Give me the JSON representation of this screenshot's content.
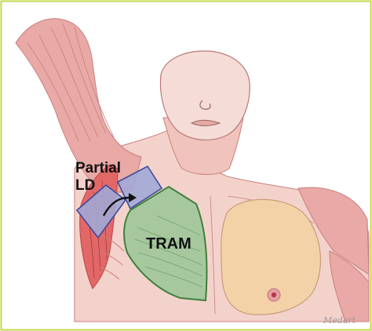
{
  "labels": {
    "partial_line1": "Partial",
    "partial_line2": "LD",
    "tram": "TRAM"
  },
  "signature": "Medart",
  "colors": {
    "frame_border": "#c6d84a",
    "skin": "#f4d2cc",
    "muscle": "#e9a9a6",
    "muscle_line": "#c97f7c",
    "ld_red": "#e26767",
    "flap_blue": "#a2a9d6",
    "flap_blue_border": "#3f4a9a",
    "tram_green": "#9fc79a",
    "tram_border": "#3e7f3c",
    "breast": "#f3d2a8",
    "nipple": "#d85a6a"
  },
  "icons": {
    "arrow": "curved-arrow-icon"
  }
}
